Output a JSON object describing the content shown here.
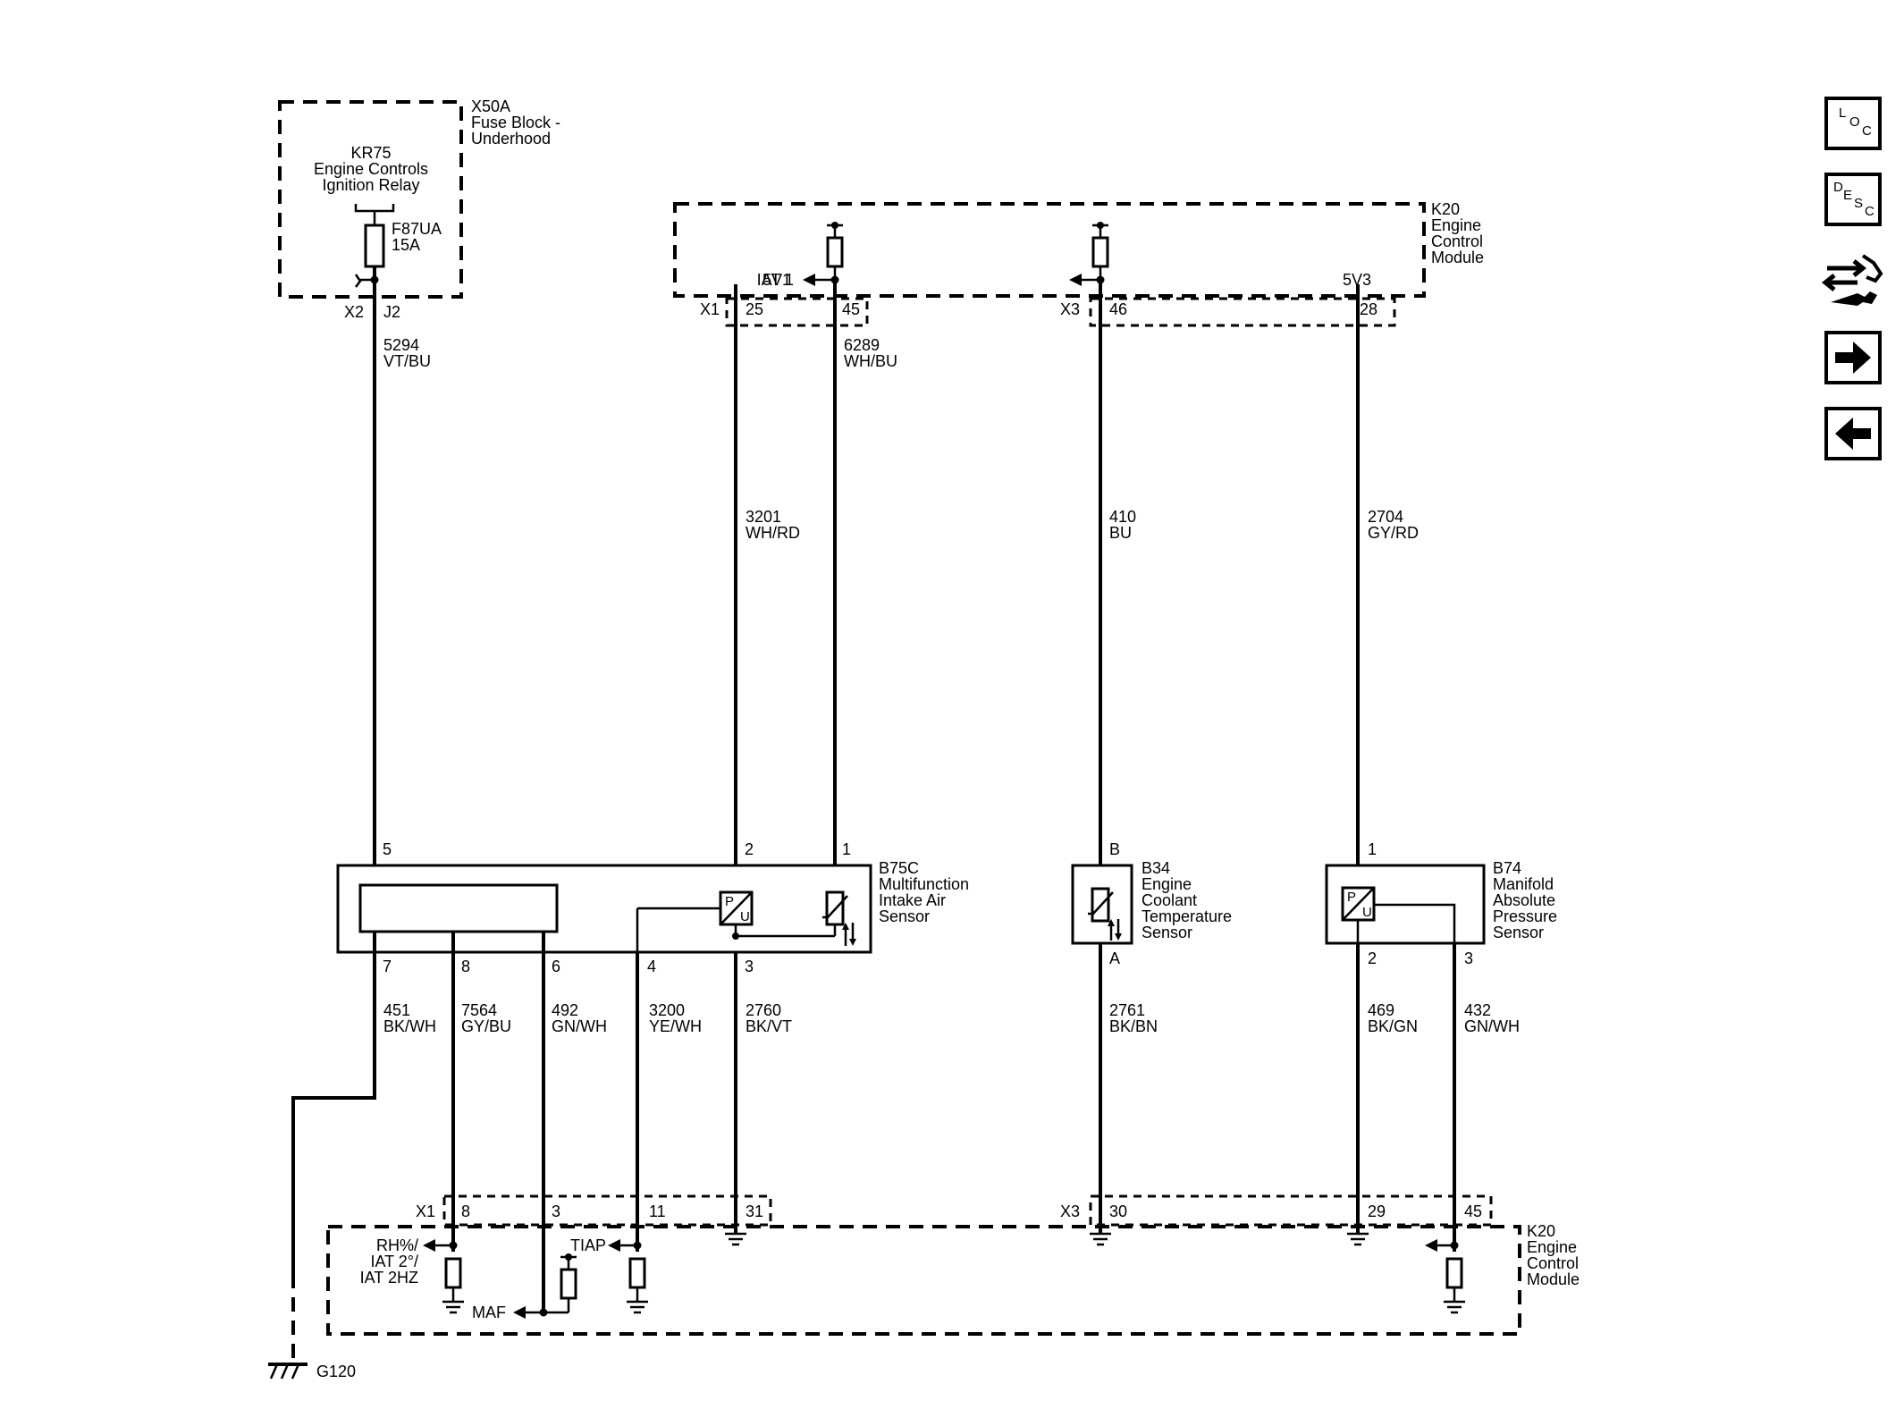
{
  "fuse_block": {
    "ref": "X50A",
    "name_line1": "Fuse Block -",
    "name_line2": "Underhood",
    "relay_ref": "KR75",
    "relay_line1": "Engine Controls",
    "relay_line2": "Ignition Relay",
    "fuse_ref": "F87UA",
    "fuse_rating": "15A",
    "connector": "X2",
    "pin": "J2"
  },
  "ecm_top": {
    "ref": "K20",
    "name_line1": "Engine",
    "name_line2": "Control",
    "name_line3": "Module",
    "label_5v1": "5V1",
    "label_iat1": "IAT 1",
    "label_5v3": "5V3",
    "x1": "X1",
    "x3": "X3",
    "pin_25": "25",
    "pin_45": "45",
    "pin_46": "46",
    "pin_28": "28"
  },
  "ecm_bottom": {
    "ref": "K20",
    "name_line1": "Engine",
    "name_line2": "Control",
    "name_line3": "Module",
    "x1": "X1",
    "x3": "X3",
    "pin_8": "8",
    "pin_3": "3",
    "pin_11": "11",
    "pin_31": "31",
    "pin_30": "30",
    "pin_29": "29",
    "pin_45": "45",
    "sig_rh_line1": "RH%/",
    "sig_rh_line2": "IAT 2°/",
    "sig_rh_line3": "IAT 2HZ",
    "sig_maf": "MAF",
    "sig_tiap": "TIAP"
  },
  "wires": {
    "w5294": {
      "circuit": "5294",
      "color": "VT/BU"
    },
    "w6289": {
      "circuit": "6289",
      "color": "WH/BU"
    },
    "w3201": {
      "circuit": "3201",
      "color": "WH/RD"
    },
    "w410": {
      "circuit": "410",
      "color": "BU"
    },
    "w2704": {
      "circuit": "2704",
      "color": "GY/RD"
    },
    "w451": {
      "circuit": "451",
      "color": "BK/WH"
    },
    "w7564": {
      "circuit": "7564",
      "color": "GY/BU"
    },
    "w492": {
      "circuit": "492",
      "color": "GN/WH"
    },
    "w3200": {
      "circuit": "3200",
      "color": "YE/WH"
    },
    "w2760": {
      "circuit": "2760",
      "color": "BK/VT"
    },
    "w2761": {
      "circuit": "2761",
      "color": "BK/BN"
    },
    "w469": {
      "circuit": "469",
      "color": "BK/GN"
    },
    "w432": {
      "circuit": "432",
      "color": "GN/WH"
    }
  },
  "sensor_maf": {
    "ref": "B75C",
    "line1": "Multifunction",
    "line2": "Intake Air",
    "line3": "Sensor",
    "pin_5": "5",
    "pin_2": "2",
    "pin_1": "1",
    "pin_7": "7",
    "pin_8": "8",
    "pin_6": "6",
    "pin_4": "4",
    "pin_3": "3",
    "pu_p": "P",
    "pu_u": "U"
  },
  "sensor_ect": {
    "ref": "B34",
    "line1": "Engine",
    "line2": "Coolant",
    "line3": "Temperature",
    "line4": "Sensor",
    "pin_b": "B",
    "pin_a": "A"
  },
  "sensor_map": {
    "ref": "B74",
    "line1": "Manifold",
    "line2": "Absolute",
    "line3": "Pressure",
    "line4": "Sensor",
    "pin_1": "1",
    "pin_2": "2",
    "pin_3": "3",
    "pu_p": "P",
    "pu_u": "U"
  },
  "ground": {
    "ref": "G120"
  },
  "nav": {
    "loc": {
      "l1": "L",
      "l2": "O",
      "l3": "C"
    },
    "desc": {
      "l1": "D",
      "l2": "E",
      "l3": "S",
      "l4": "C"
    },
    "tools_icon": "connector-tool-icon",
    "next_icon": "arrow-right-icon",
    "prev_icon": "arrow-left-icon"
  }
}
